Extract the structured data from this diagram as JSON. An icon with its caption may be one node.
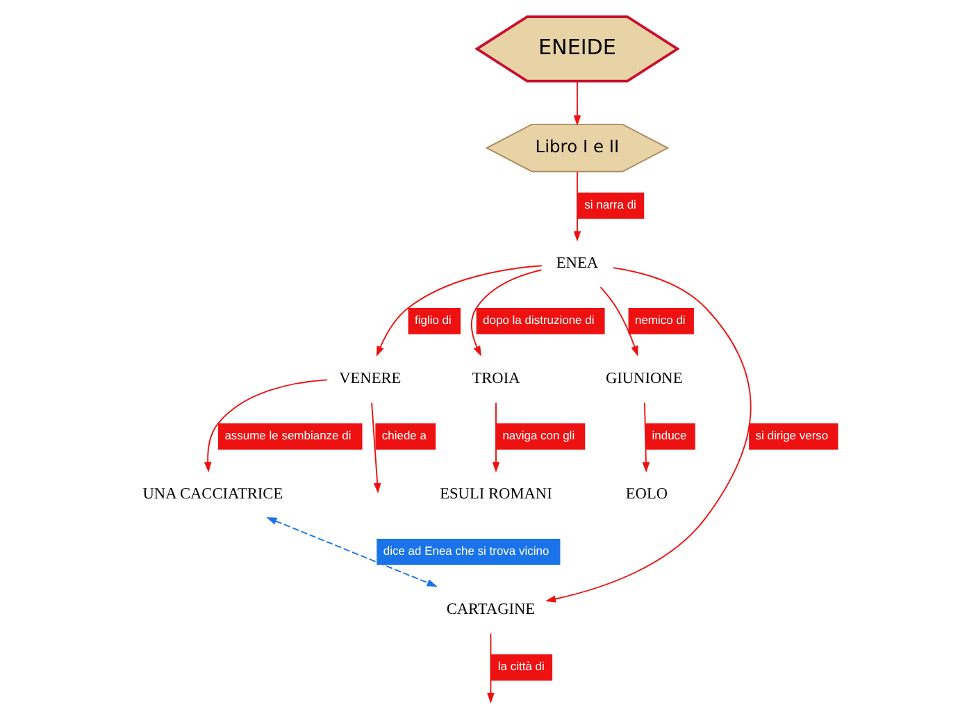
{
  "diagram": {
    "nodes": [
      {
        "text": [
          "ENEIDE"
        ]
      },
      {
        "text": [
          "Libro I e II"
        ]
      },
      {
        "text": [
          "ENEA"
        ]
      },
      {
        "text": [
          "VENERE"
        ]
      },
      {
        "text": [
          "TROIA"
        ]
      },
      {
        "text": [
          "GIUNIONE"
        ]
      },
      {
        "text": [
          "UNA CACCIATRICE"
        ]
      },
      {
        "text": [
          "CARTAGINE"
        ]
      },
      {
        "text": [
          "ESULI ROMANI"
        ]
      },
      {
        "text": [
          "EOLO"
        ]
      }
    ],
    "edges": [
      {
        "from": 0,
        "to": 1,
        "arrow": "to"
      },
      {
        "from": 1,
        "to": 2,
        "arrow": "to",
        "label": "si narra di"
      },
      {
        "from": 2,
        "to": 3,
        "arrow": "to",
        "label": "figlio di"
      },
      {
        "from": 2,
        "to": 4,
        "arrow": "to",
        "label": "dopo la distruzione di"
      },
      {
        "from": 2,
        "to": 5,
        "arrow": "to",
        "label": "nemico di"
      },
      {
        "from": 2,
        "to": 7,
        "arrow": "to",
        "label": "si dirige verso"
      },
      {
        "from": 3,
        "to": 6,
        "arrow": "to",
        "label": "assume le sembianze di"
      },
      {
        "from": 6,
        "to": 7,
        "arrow": "both",
        "label": "dice ad Enea che si trova vicino",
        "style": "dashed",
        "color": "#1a73e8"
      },
      {
        "from": 3,
        "to": null,
        "arrow": "to",
        "label": "chiede a"
      },
      {
        "from": 4,
        "to": 8,
        "arrow": "to",
        "label": "naviga con gli"
      },
      {
        "from": 5,
        "to": 9,
        "arrow": "to",
        "label": "induce"
      },
      {
        "from": 7,
        "to": null,
        "arrow": "to",
        "label": "la città di"
      }
    ]
  }
}
